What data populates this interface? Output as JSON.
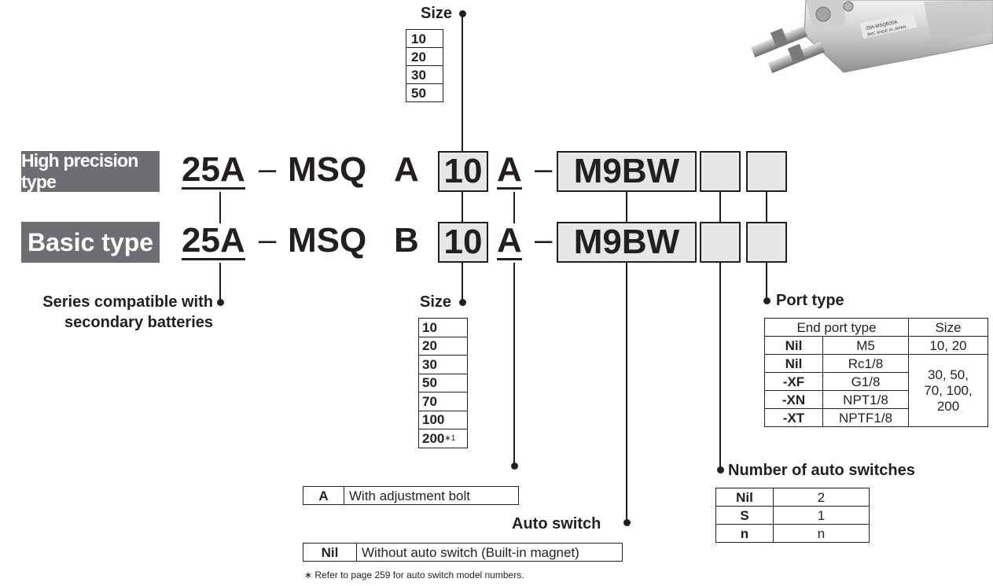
{
  "badges": {
    "high_precision": "High precision type",
    "basic": "Basic type"
  },
  "code_hp": {
    "prefix": "25A",
    "dash1": "–",
    "series": "MSQ",
    "type": "A",
    "size": "10",
    "adj": "A",
    "dash2": "–",
    "switch": "M9BW"
  },
  "code_basic": {
    "prefix": "25A",
    "dash1": "–",
    "series": "MSQ",
    "type": "B",
    "size": "10",
    "adj": "A",
    "dash2": "–",
    "switch": "M9BW"
  },
  "size_top": {
    "heading": "Size",
    "values": [
      "10",
      "20",
      "30",
      "50"
    ]
  },
  "size_bottom": {
    "heading": "Size",
    "values": [
      "10",
      "20",
      "30",
      "50",
      "70",
      "100",
      "200"
    ],
    "footnote_mark": "∗1"
  },
  "series_label": {
    "line1": "Series compatible with",
    "line2": "secondary batteries"
  },
  "adjustment": {
    "code": "A",
    "desc": "With adjustment bolt"
  },
  "auto_switch": {
    "heading": "Auto switch",
    "code": "Nil",
    "desc": "Without auto switch (Built-in magnet)",
    "note": "∗  Refer to page 259 for auto switch model numbers."
  },
  "port_type": {
    "heading": "Port type",
    "col1": "End port type",
    "col2": "Size",
    "rows": [
      {
        "code": "Nil",
        "thread": "M5"
      },
      {
        "code": "Nil",
        "thread": "Rc1/8"
      },
      {
        "code": "-XF",
        "thread": "G1/8"
      },
      {
        "code": "-XN",
        "thread": "NPT1/8"
      },
      {
        "code": "-XT",
        "thread": "NPTF1/8"
      }
    ],
    "size1": "10, 20",
    "size2_l1": "30, 50,",
    "size2_l2": "70, 100,",
    "size2_l3": "200"
  },
  "num_switches": {
    "heading": "Number of auto switches",
    "rows": [
      {
        "code": "Nil",
        "value": "2"
      },
      {
        "code": "S",
        "value": "1"
      },
      {
        "code": "n",
        "value": "n"
      }
    ]
  },
  "photo": {
    "label_line1": "25A-MSQB20A",
    "label_line2": "SMC   MADE IN JAPAN"
  }
}
